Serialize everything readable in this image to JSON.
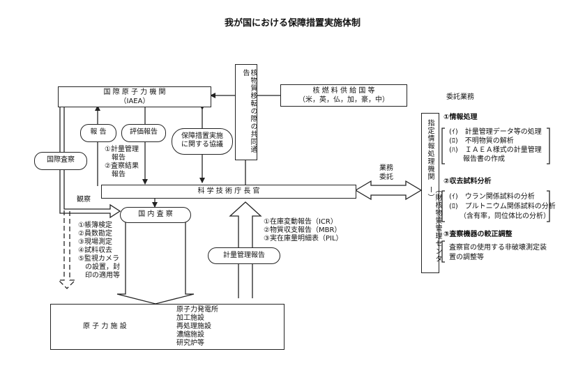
{
  "title": "我が国における保障措置実施体制",
  "iaea": {
    "line1": "国 際 原 子 力 機 関",
    "line2": "（IAEA）"
  },
  "fuel_supplier": {
    "line1": "核 燃 料 供 給 国 等",
    "line2": "（米，英，仏，加，豪，中）"
  },
  "joint_notice": "核物質移転の際の共同通告",
  "report_label": "報 告",
  "evaluation_label": "評価報告",
  "agreement_label": [
    "保障措置実施",
    "に関する協議"
  ],
  "iaea_items": [
    "①計量管理",
    "　報告",
    "②査察結果",
    "　報告"
  ],
  "intl_inspection": "国際査察",
  "observation": "観察",
  "agency": "科 学 技 術 庁 長 官",
  "domestic_inspection": "国 内 査 察",
  "inspection_items": [
    "①帳簿検定",
    "②員数勘定",
    "③現場測定",
    "④試料収去",
    "⑤監視カメラ",
    "　の設置，封",
    "　印の適用等"
  ],
  "accounting_items": [
    "①在庫変動報告（ICR）",
    "②物質収支報告（MBR）",
    "③実在庫量明細表（PIL）"
  ],
  "accounting_report": "計量管理報告",
  "facility": {
    "label": "原 子 力 施 設",
    "list": [
      "原子力発電所",
      "加工施設",
      "再処理施設",
      "濃縮施設",
      "研究炉等"
    ]
  },
  "contract_label": [
    "業務",
    "委託"
  ],
  "center": {
    "main": "指定情報処理機関",
    "sub": "（財核物質管理センター）"
  },
  "entrusted": {
    "title": "委託業務",
    "sec1": {
      "title": "①情報処理",
      "items": [
        "(ｲ)　計量管理データ等の処理",
        "(ﾛ)　不明物質の解析",
        "(ﾊ)　ＩＡＥＡ様式の計量管理",
        "　　報告書の作成"
      ]
    },
    "sec2": {
      "title": "②収去試料分析",
      "items": [
        "(ｲ)　ウラン関係試料の分析",
        "(ﾛ)　プルトニウム関係試料の分析",
        "　　（含有率，同位体比の分析）"
      ]
    },
    "sec3": {
      "title": "③査察機器の較正調整",
      "items": [
        "査察官の使用する非破壊測定装",
        "置の調整等"
      ]
    }
  }
}
